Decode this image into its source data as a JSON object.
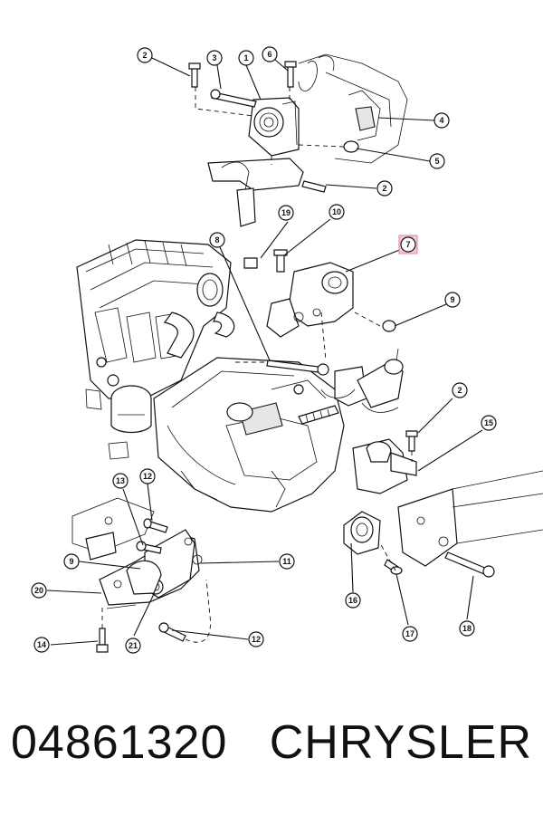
{
  "diagram": {
    "callouts": [
      "1",
      "2",
      "3",
      "6",
      "4",
      "5",
      "2",
      "19",
      "10",
      "8",
      "7",
      "9",
      "2",
      "15",
      "13",
      "12",
      "9",
      "11",
      "20",
      "21",
      "12",
      "14",
      "16",
      "17",
      "18"
    ],
    "highlighted_callout": "7"
  },
  "footer": {
    "part_number": "04861320",
    "brand": "CHRYSLER"
  }
}
